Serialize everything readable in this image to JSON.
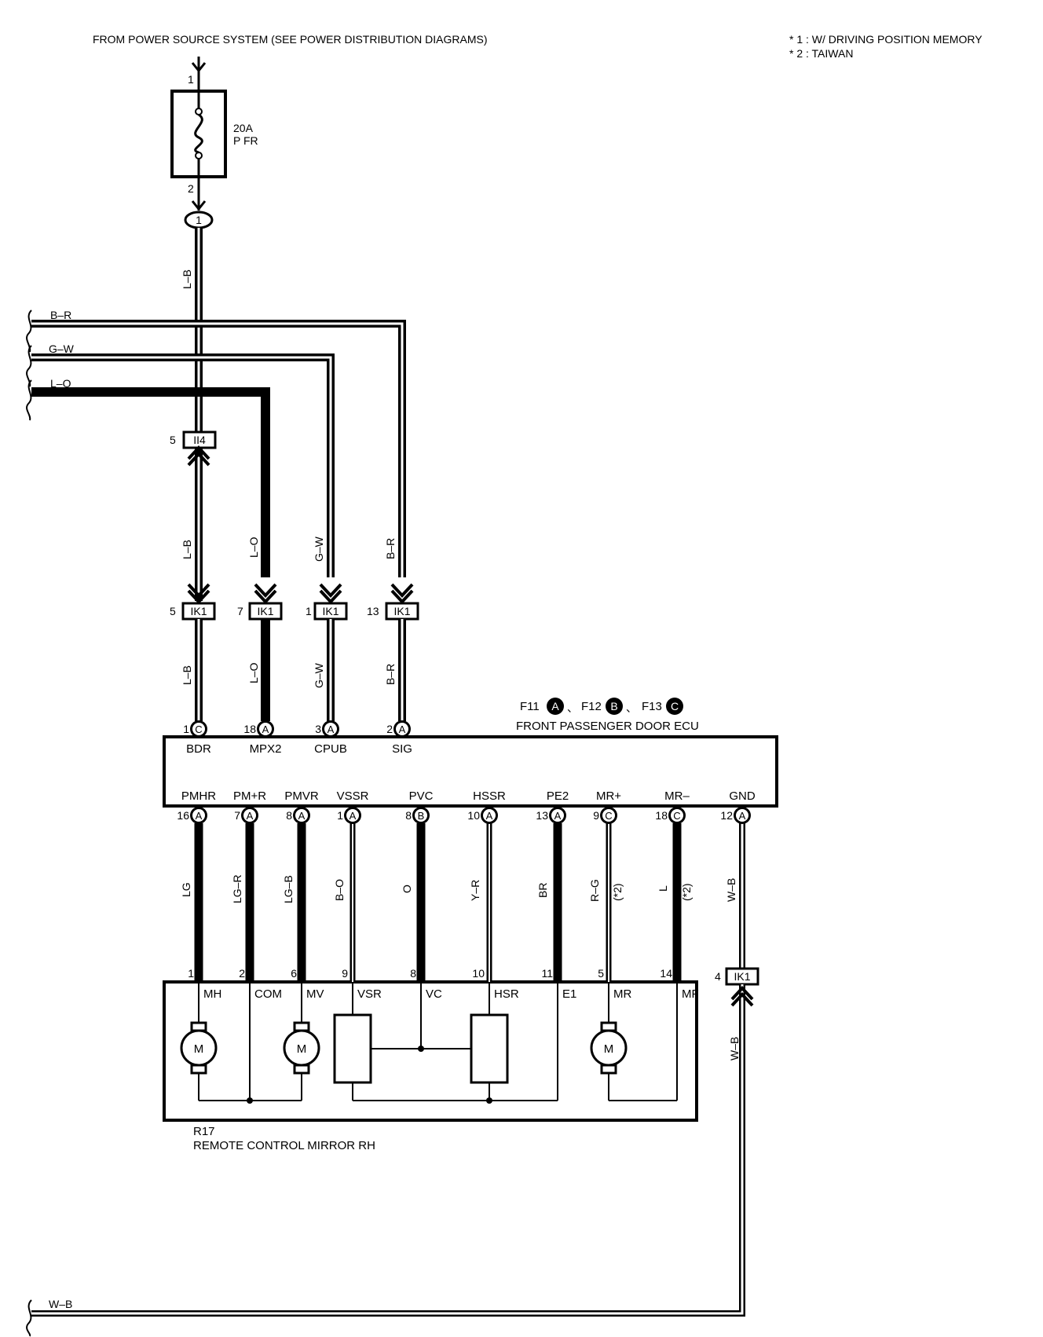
{
  "header": {
    "source": "FROM POWER SOURCE SYSTEM (SEE POWER DISTRIBUTION DIAGRAMS)",
    "note1": "* 1 : W/ DRIVING POSITION MEMORY",
    "note2": "* 2 : TAIWAN"
  },
  "fuse": {
    "amp": "20A",
    "name": "P FR",
    "pin_top": "1",
    "pin_bottom": "2",
    "junction": "1"
  },
  "wires": {
    "lb": "L–B",
    "br": "B–R",
    "gw": "G–W",
    "lo": "L–O",
    "wb": "W–B",
    "lg": "LG",
    "lgr": "LG–R",
    "lgb": "LG–B",
    "bo": "B–O",
    "o": "O",
    "yr": "Y–R",
    "brown": "BR",
    "rg": "R–G",
    "l": "L",
    "star2": "(*2)"
  },
  "connectors": {
    "ii4": {
      "name": "II4",
      "pin": "5"
    },
    "ik1": {
      "name": "IK1",
      "pin_a": "5",
      "pin_b": "7",
      "pin_c": "1",
      "pin_d": "13",
      "pin_e": "4"
    }
  },
  "ecu": {
    "conn_f11": "F11",
    "conn_f12": "F12",
    "conn_f13": "F13",
    "letter_a": "A",
    "letter_b": "B",
    "letter_c": "C",
    "sep": "、",
    "name": "FRONT PASSENGER DOOR ECU",
    "top_pins": [
      {
        "term": "BDR",
        "num": "1",
        "conn": "C"
      },
      {
        "term": "MPX2",
        "num": "18",
        "conn": "A"
      },
      {
        "term": "CPUB",
        "num": "3",
        "conn": "A"
      },
      {
        "term": "SIG",
        "num": "2",
        "conn": "A"
      }
    ],
    "bottom_pins": [
      {
        "term": "PMHR",
        "num": "16",
        "conn": "A"
      },
      {
        "term": "PM+R",
        "num": "7",
        "conn": "A"
      },
      {
        "term": "PMVR",
        "num": "8",
        "conn": "A"
      },
      {
        "term": "VSSR",
        "num": "1",
        "conn": "A"
      },
      {
        "term": "PVC",
        "num": "8",
        "conn": "B"
      },
      {
        "term": "HSSR",
        "num": "10",
        "conn": "A"
      },
      {
        "term": "PE2",
        "num": "13",
        "conn": "A"
      },
      {
        "term": "MR+",
        "num": "9",
        "conn": "C"
      },
      {
        "term": "MR–",
        "num": "18",
        "conn": "C"
      },
      {
        "term": "GND",
        "num": "12",
        "conn": "A"
      }
    ]
  },
  "mirror": {
    "code": "R17",
    "name": "REMOTE CONTROL MIRROR RH",
    "motor": "M",
    "pins": [
      {
        "num": "1",
        "term": "MH"
      },
      {
        "num": "2",
        "term": "COM"
      },
      {
        "num": "6",
        "term": "MV"
      },
      {
        "num": "9",
        "term": "VSR"
      },
      {
        "num": "8",
        "term": "VC"
      },
      {
        "num": "10",
        "term": "HSR"
      },
      {
        "num": "11",
        "term": "E1"
      },
      {
        "num": "5",
        "term": "MR"
      },
      {
        "num": "14",
        "term": "MF"
      }
    ]
  }
}
